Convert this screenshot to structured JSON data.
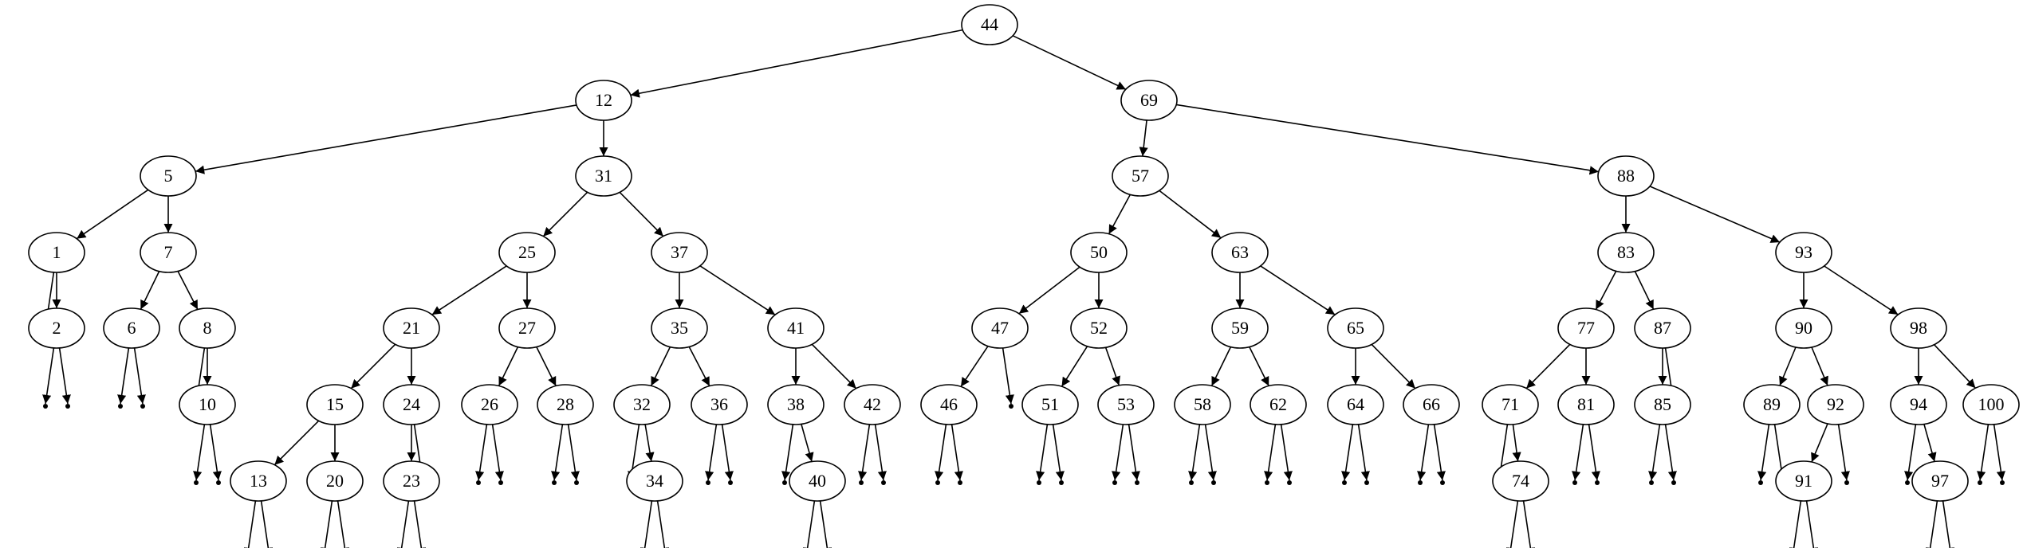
{
  "diagram": {
    "type": "binary-search-tree",
    "colors": {
      "line": "#000000",
      "node_fill": "#ffffff",
      "text": "#000000",
      "background": "#ffffff"
    },
    "root": "44",
    "nodes": [
      {
        "key": "44",
        "left": "12",
        "right": "69"
      },
      {
        "key": "12",
        "left": "5",
        "right": "31"
      },
      {
        "key": "69",
        "left": "57",
        "right": "88"
      },
      {
        "key": "5",
        "left": "1",
        "right": "7"
      },
      {
        "key": "31",
        "left": "25",
        "right": "37"
      },
      {
        "key": "57",
        "left": "50",
        "right": "63"
      },
      {
        "key": "88",
        "left": "83",
        "right": "93"
      },
      {
        "key": "1",
        "left": null,
        "right": "2"
      },
      {
        "key": "7",
        "left": "6",
        "right": "8"
      },
      {
        "key": "25",
        "left": "21",
        "right": "27"
      },
      {
        "key": "37",
        "left": "35",
        "right": "41"
      },
      {
        "key": "50",
        "left": "47",
        "right": "52"
      },
      {
        "key": "63",
        "left": "59",
        "right": "65"
      },
      {
        "key": "83",
        "left": "77",
        "right": "87"
      },
      {
        "key": "93",
        "left": "90",
        "right": "98"
      },
      {
        "key": "2",
        "left": null,
        "right": null
      },
      {
        "key": "6",
        "left": null,
        "right": null
      },
      {
        "key": "8",
        "left": null,
        "right": "10"
      },
      {
        "key": "21",
        "left": "15",
        "right": "24"
      },
      {
        "key": "27",
        "left": "26",
        "right": "28"
      },
      {
        "key": "35",
        "left": "32",
        "right": "36"
      },
      {
        "key": "41",
        "left": "38",
        "right": "42"
      },
      {
        "key": "47",
        "left": "46",
        "right": null
      },
      {
        "key": "52",
        "left": "51",
        "right": "53"
      },
      {
        "key": "59",
        "left": "58",
        "right": "62"
      },
      {
        "key": "65",
        "left": "64",
        "right": "66"
      },
      {
        "key": "77",
        "left": "71",
        "right": "81"
      },
      {
        "key": "87",
        "left": "85",
        "right": null
      },
      {
        "key": "90",
        "left": "89",
        "right": "92"
      },
      {
        "key": "98",
        "left": "94",
        "right": "100"
      },
      {
        "key": "10",
        "left": null,
        "right": null
      },
      {
        "key": "15",
        "left": "13",
        "right": "20"
      },
      {
        "key": "24",
        "left": "23",
        "right": null
      },
      {
        "key": "26",
        "left": null,
        "right": null
      },
      {
        "key": "28",
        "left": null,
        "right": null
      },
      {
        "key": "32",
        "left": null,
        "right": "34"
      },
      {
        "key": "36",
        "left": null,
        "right": null
      },
      {
        "key": "38",
        "left": null,
        "right": "40"
      },
      {
        "key": "42",
        "left": null,
        "right": null
      },
      {
        "key": "46",
        "left": null,
        "right": null
      },
      {
        "key": "51",
        "left": null,
        "right": null
      },
      {
        "key": "53",
        "left": null,
        "right": null
      },
      {
        "key": "58",
        "left": null,
        "right": null
      },
      {
        "key": "62",
        "left": null,
        "right": null
      },
      {
        "key": "64",
        "left": null,
        "right": null
      },
      {
        "key": "66",
        "left": null,
        "right": null
      },
      {
        "key": "71",
        "left": null,
        "right": "74"
      },
      {
        "key": "81",
        "left": null,
        "right": null
      },
      {
        "key": "85",
        "left": null,
        "right": null
      },
      {
        "key": "89",
        "left": null,
        "right": null
      },
      {
        "key": "92",
        "left": "91",
        "right": null
      },
      {
        "key": "94",
        "left": null,
        "right": "97"
      },
      {
        "key": "100",
        "left": null,
        "right": null
      },
      {
        "key": "13",
        "left": null,
        "right": null
      },
      {
        "key": "20",
        "left": null,
        "right": null
      },
      {
        "key": "23",
        "left": null,
        "right": null
      },
      {
        "key": "34",
        "left": null,
        "right": null
      },
      {
        "key": "40",
        "left": null,
        "right": null
      },
      {
        "key": "74",
        "left": null,
        "right": null
      },
      {
        "key": "91",
        "left": null,
        "right": null
      },
      {
        "key": "97",
        "left": null,
        "right": null
      }
    ]
  }
}
